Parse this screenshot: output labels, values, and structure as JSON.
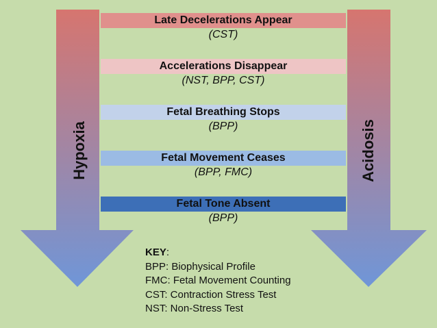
{
  "arrows": {
    "left_label": "Hypoxia",
    "right_label": "Acidosis",
    "gradient_top_color": "#d6756f",
    "gradient_bottom_color": "#6f96d8"
  },
  "steps": [
    {
      "title": "Late Decelerations Appear",
      "tests": "(CST)",
      "color": "#e0908c"
    },
    {
      "title": "Accelerations Disappear",
      "tests": "(NST, BPP, CST)",
      "color": "#eec5c5"
    },
    {
      "title": "Fetal Breathing Stops",
      "tests": "(BPP)",
      "color": "#c2d2ea"
    },
    {
      "title": "Fetal Movement Ceases",
      "tests": "(BPP, FMC)",
      "color": "#9bbbe4"
    },
    {
      "title": "Fetal Tone Absent",
      "tests": "(BPP)",
      "color": "#3d6fb7"
    }
  ],
  "key": {
    "title": "KEY",
    "colon": ":",
    "entries": [
      "BPP: Biophysical Profile",
      "FMC: Fetal Movement Counting",
      "CST: Contraction Stress Test",
      "NST: Non-Stress Test"
    ]
  }
}
